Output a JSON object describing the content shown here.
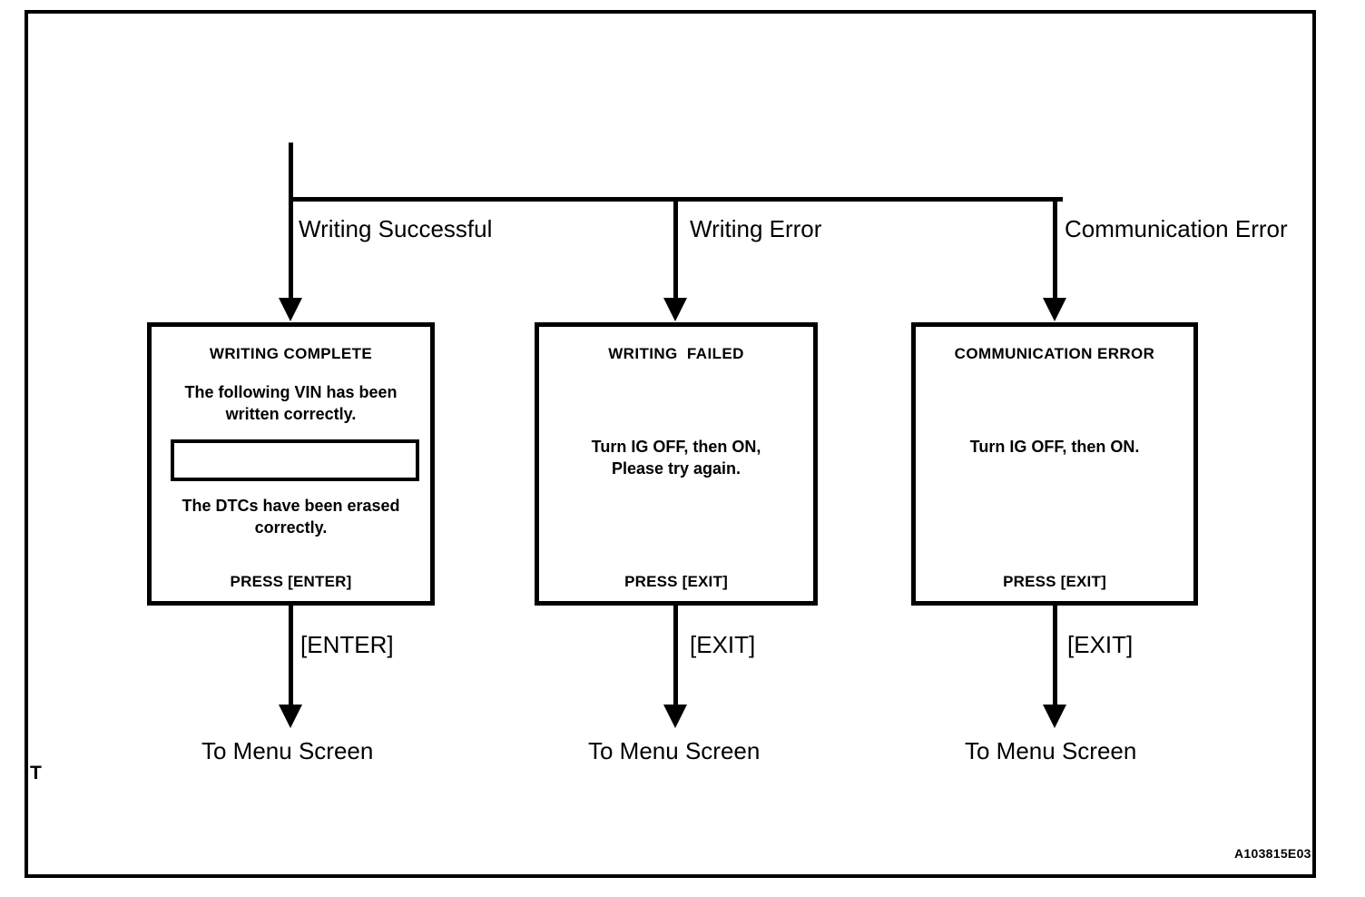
{
  "figure": {
    "id_code": "A103815E03",
    "margin_mark": "T"
  },
  "flow": {
    "branches": [
      {
        "condition_label": "Writing Successful",
        "screen": {
          "title": "WRITING COMPLETE",
          "body_top": "The following VIN has been\nwritten correctly.",
          "input_field_value": "",
          "body_bottom": "The DTCs have been erased\ncorrectly.",
          "footer": "PRESS [ENTER]"
        },
        "exit_key_label": "[ENTER]",
        "destination_label": "To Menu Screen"
      },
      {
        "condition_label": "Writing Error",
        "screen": {
          "title": "WRITING  FAILED",
          "body_top": "",
          "body_middle": "Turn IG OFF, then ON,\nPlease try again.",
          "footer": "PRESS [EXIT]"
        },
        "exit_key_label": "[EXIT]",
        "destination_label": "To Menu Screen"
      },
      {
        "condition_label": "Communication Error",
        "screen": {
          "title": "COMMUNICATION ERROR",
          "body_top": "",
          "body_middle": "Turn IG OFF, then ON.",
          "footer": "PRESS [EXIT]"
        },
        "exit_key_label": "[EXIT]",
        "destination_label": "To Menu Screen"
      }
    ]
  },
  "colors": {
    "ink": "#000000",
    "paper": "#ffffff"
  }
}
